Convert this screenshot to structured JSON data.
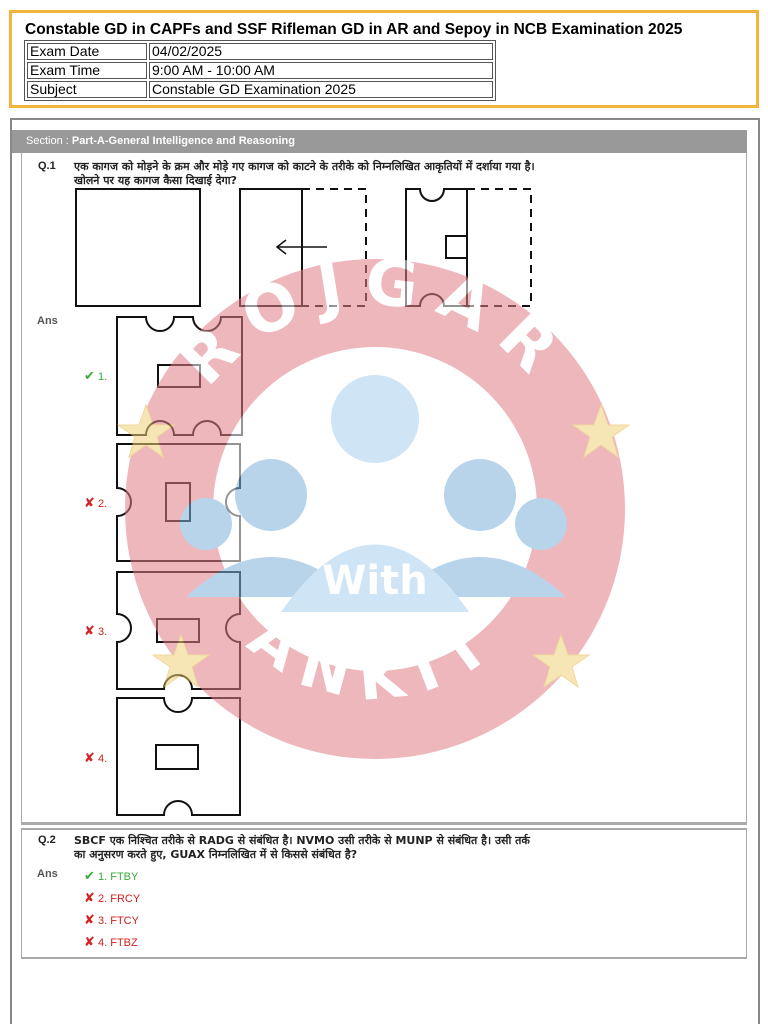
{
  "header": {
    "title": "Constable GD in CAPFs and SSF Rifleman GD in AR and Sepoy in NCB Examination 2025",
    "rows": [
      {
        "key": "Exam Date",
        "value": "04/02/2025"
      },
      {
        "key": "Exam Time",
        "value": "9:00 AM - 10:00 AM"
      },
      {
        "key": "Subject",
        "value": "Constable GD Examination 2025"
      }
    ]
  },
  "section": {
    "prefix": "Section : ",
    "name": "Part-A-General Intelligence and Reasoning"
  },
  "questions": [
    {
      "num": "Q.1",
      "text": "एक कागज को मोड़ने के क्रम और मोड़े गए कागज को काटने के तरीके को निम्नलिखित आकृतियों में दर्शाया गया है। खोलने पर यह कागज कैसा दिखाई देगा?",
      "ans_label": "Ans",
      "options": [
        {
          "label": "1.",
          "status": "correct",
          "mark": "✔"
        },
        {
          "label": "2.",
          "status": "wrong",
          "mark": "✘"
        },
        {
          "label": "3.",
          "status": "wrong",
          "mark": "✘"
        },
        {
          "label": "4.",
          "status": "wrong",
          "mark": "✘"
        }
      ]
    },
    {
      "num": "Q.2",
      "text": "SBCF एक निश्चित तरीके से RADG से संबंधित है। NVMO उसी तरीके से MUNP से संबंधित है। उसी तर्क का अनुसरण करते हुए, GUAX निम्नलिखित में से किससे संबंधित है?",
      "ans_label": "Ans",
      "options": [
        {
          "label": "1. FTBY",
          "status": "correct",
          "mark": "✔"
        },
        {
          "label": "2. FRCY",
          "status": "wrong",
          "mark": "✘"
        },
        {
          "label": "3. FTCY",
          "status": "wrong",
          "mark": "✘"
        },
        {
          "label": "4. FTBZ",
          "status": "wrong",
          "mark": "✘"
        }
      ]
    }
  ],
  "watermark": {
    "top_text": "ROJGAR",
    "middle_text": "With",
    "bottom_text": "ANKIT"
  },
  "colors": {
    "header_border": "#f3b43a",
    "section_bar": "#999999",
    "correct": "#3aaa3a",
    "wrong": "#d42020",
    "watermark_ring": "#e8a3a8",
    "watermark_people": "#7fb2db"
  }
}
